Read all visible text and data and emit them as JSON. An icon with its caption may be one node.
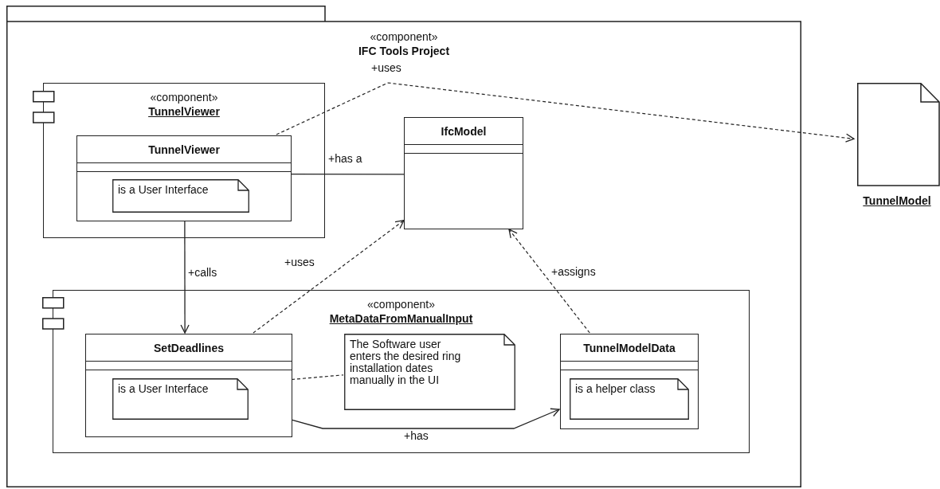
{
  "diagram": {
    "nodes": [
      {
        "text": [
          "«component»",
          "IFC Tools Project"
        ]
      },
      {
        "text": [
          "«component»",
          "TunnelViewer"
        ],
        "in": 0
      },
      {
        "text": [
          "TunnelViewer"
        ],
        "in": 1
      },
      {
        "text": [
          "is a User Interface"
        ],
        "in": 2
      },
      {
        "text": [
          "IfcModel"
        ],
        "in": 0
      },
      {
        "text": [
          "«component»",
          "MetaDataFromManualInput"
        ],
        "in": 0
      },
      {
        "text": [
          "SetDeadlines"
        ],
        "in": 5
      },
      {
        "text": [
          "is a User Interface"
        ],
        "in": 6
      },
      {
        "text": [
          "The Software user enters the desired ring installation dates manually in the UI"
        ],
        "in": 5
      },
      {
        "text": [
          "TunnelModelData"
        ],
        "in": 5
      },
      {
        "text": [
          "is a helper class"
        ],
        "in": 9
      },
      {
        "text": [
          "TunnelModel"
        ]
      }
    ],
    "edges": [
      {
        "from": 2,
        "to": 11,
        "arrow": "to",
        "label": "+uses",
        "style": "dashed"
      },
      {
        "from": 2,
        "to": 4,
        "arrow": "none",
        "label": "+has a"
      },
      {
        "from": 2,
        "to": 6,
        "arrow": "to",
        "label": "+calls"
      },
      {
        "from": 6,
        "to": 4,
        "arrow": "to",
        "label": "+uses",
        "style": "dashed"
      },
      {
        "from": 9,
        "to": 4,
        "arrow": "to",
        "label": "+assigns",
        "style": "dashed"
      },
      {
        "from": 6,
        "to": 8,
        "arrow": "none",
        "style": "dashed"
      },
      {
        "from": 6,
        "to": 9,
        "arrow": "to",
        "label": "+has"
      }
    ]
  }
}
